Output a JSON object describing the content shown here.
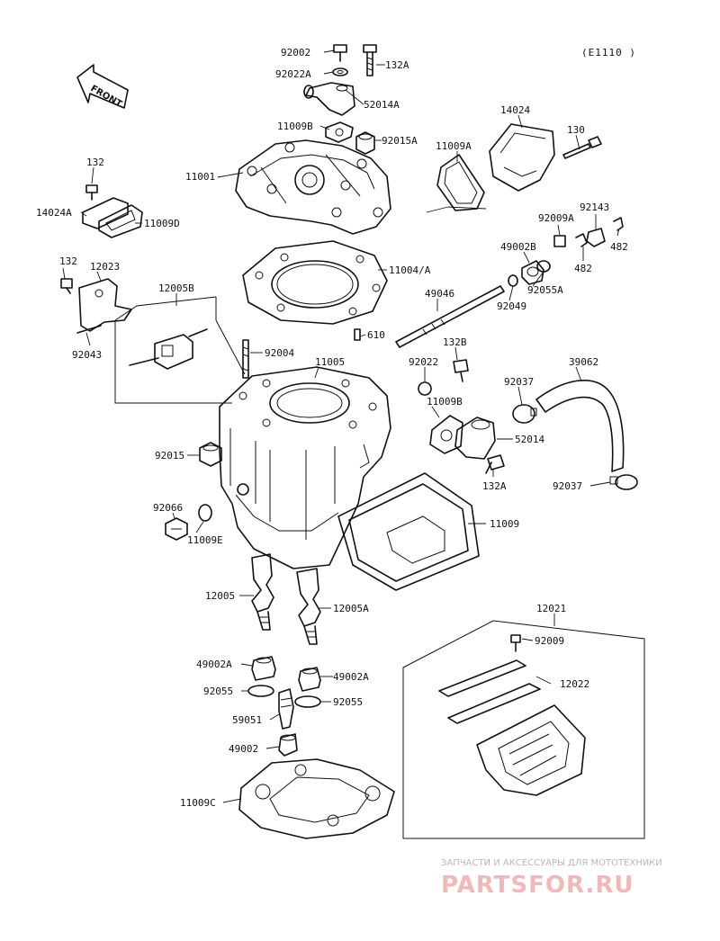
{
  "diagram_code": "(E1110 )",
  "front_label": "FRONT",
  "watermark": {
    "line1": "ЗАПЧАСТИ И АКСЕССУАРЫ ДЛЯ МОТОТЕХНИКИ",
    "line2": "PARTSFOR.RU"
  },
  "labels": [
    {
      "id": "l-92002",
      "text": "92002"
    },
    {
      "id": "l-132A-top",
      "text": "132A"
    },
    {
      "id": "l-92022A",
      "text": "92022A"
    },
    {
      "id": "l-52014A",
      "text": "52014A"
    },
    {
      "id": "l-11009B-top",
      "text": "11009B"
    },
    {
      "id": "l-92015A",
      "text": "92015A"
    },
    {
      "id": "l-14024",
      "text": "14024"
    },
    {
      "id": "l-130",
      "text": "130"
    },
    {
      "id": "l-11009A",
      "text": "11009A"
    },
    {
      "id": "l-11001",
      "text": "11001"
    },
    {
      "id": "l-132-left",
      "text": "132"
    },
    {
      "id": "l-14024A",
      "text": "14024A"
    },
    {
      "id": "l-11009D",
      "text": "11009D"
    },
    {
      "id": "l-92143",
      "text": "92143"
    },
    {
      "id": "l-92009A",
      "text": "92009A"
    },
    {
      "id": "l-49002B",
      "text": "49002B"
    },
    {
      "id": "l-482a",
      "text": "482"
    },
    {
      "id": "l-482b",
      "text": "482"
    },
    {
      "id": "l-11004A",
      "text": "11004/A"
    },
    {
      "id": "l-92055A",
      "text": "92055A"
    },
    {
      "id": "l-132-bracket",
      "text": "132"
    },
    {
      "id": "l-12023",
      "text": "12023"
    },
    {
      "id": "l-12005B",
      "text": "12005B"
    },
    {
      "id": "l-49046",
      "text": "49046"
    },
    {
      "id": "l-92049",
      "text": "92049"
    },
    {
      "id": "l-92043",
      "text": "92043"
    },
    {
      "id": "l-610",
      "text": "610"
    },
    {
      "id": "l-92004",
      "text": "92004"
    },
    {
      "id": "l-11005",
      "text": "11005"
    },
    {
      "id": "l-92022",
      "text": "92022"
    },
    {
      "id": "l-132B",
      "text": "132B"
    },
    {
      "id": "l-39062",
      "text": "39062"
    },
    {
      "id": "l-92037-top",
      "text": "92037"
    },
    {
      "id": "l-11009B-mid",
      "text": "11009B"
    },
    {
      "id": "l-52014",
      "text": "52014"
    },
    {
      "id": "l-92015",
      "text": "92015"
    },
    {
      "id": "l-132A-mid",
      "text": "132A"
    },
    {
      "id": "l-92037-bot",
      "text": "92037"
    },
    {
      "id": "l-92066",
      "text": "92066"
    },
    {
      "id": "l-11009E",
      "text": "11009E"
    },
    {
      "id": "l-11009",
      "text": "11009"
    },
    {
      "id": "l-12005",
      "text": "12005"
    },
    {
      "id": "l-12005A",
      "text": "12005A"
    },
    {
      "id": "l-12021",
      "text": "12021"
    },
    {
      "id": "l-92009",
      "text": "92009"
    },
    {
      "id": "l-49002A-l",
      "text": "49002A"
    },
    {
      "id": "l-49002A-r",
      "text": "49002A"
    },
    {
      "id": "l-12022",
      "text": "12022"
    },
    {
      "id": "l-92055-l",
      "text": "92055"
    },
    {
      "id": "l-92055-r",
      "text": "92055"
    },
    {
      "id": "l-59051",
      "text": "59051"
    },
    {
      "id": "l-49002",
      "text": "49002"
    },
    {
      "id": "l-11009C",
      "text": "11009C"
    }
  ]
}
